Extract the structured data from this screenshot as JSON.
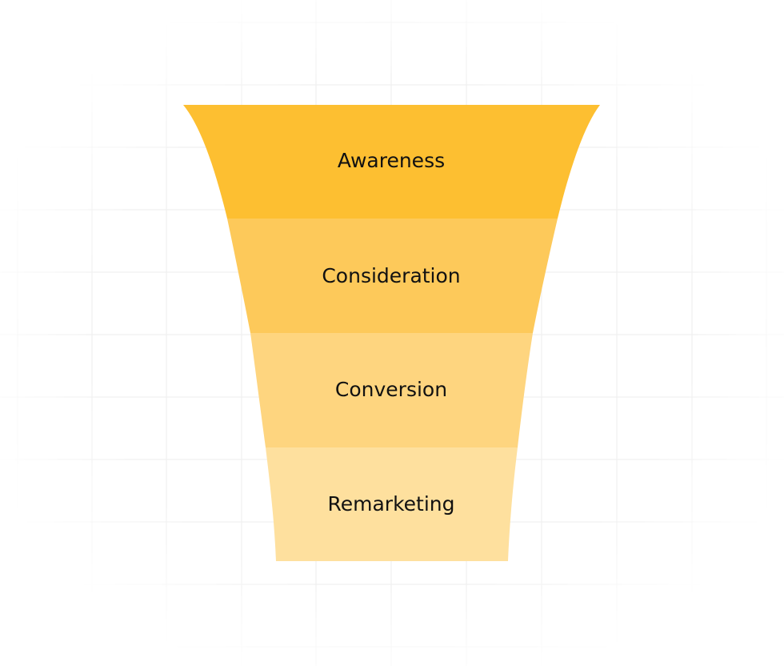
{
  "funnel": {
    "stages": [
      {
        "label": "Awareness",
        "color": "#FDBF31"
      },
      {
        "label": "Consideration",
        "color": "#FDC95A"
      },
      {
        "label": "Conversion",
        "color": "#FED57F"
      },
      {
        "label": "Remarketing",
        "color": "#FEE09E"
      }
    ]
  },
  "background": {
    "grid_color": "#ECECEC",
    "page_color": "#FFFFFF"
  }
}
